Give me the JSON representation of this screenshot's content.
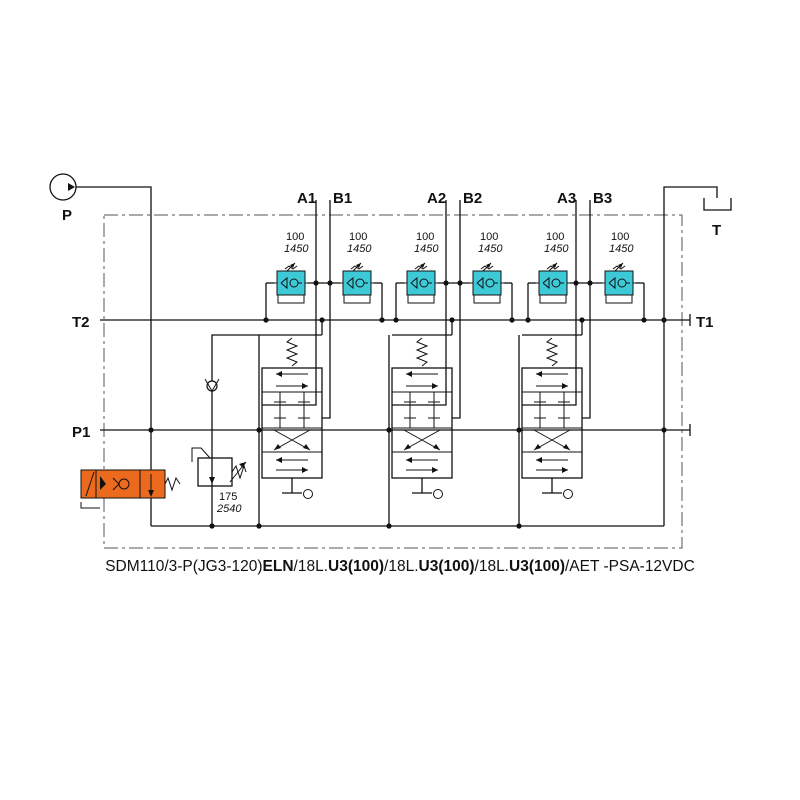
{
  "ports": {
    "P": "P",
    "T": "T",
    "T1": "T1",
    "T2": "T2",
    "P1": "P1",
    "A1": "A1",
    "B1": "B1",
    "A2": "A2",
    "B2": "B2",
    "A3": "A3",
    "B3": "B3"
  },
  "port_relief": [
    {
      "top": "100",
      "bottom": "1450"
    },
    {
      "top": "100",
      "bottom": "1450"
    },
    {
      "top": "100",
      "bottom": "1450"
    },
    {
      "top": "100",
      "bottom": "1450"
    },
    {
      "top": "100",
      "bottom": "1450"
    },
    {
      "top": "100",
      "bottom": "1450"
    }
  ],
  "main_relief": {
    "top": "175",
    "bottom": "2540"
  },
  "model_code": {
    "p1": "SDM110/3-P(JG3-120)",
    "p2": "ELN",
    "p3": "/18L.",
    "p4": "U3(100)",
    "p5": "/18L.",
    "p6": "U3(100)",
    "p7": "/18L.",
    "p8": "U3(100)",
    "p9": "/AET -PSA-12VDC"
  },
  "colors": {
    "port_relief_fill": "#3ec9d6",
    "solenoid_fill": "#ec6a1e",
    "line": "#111111"
  }
}
